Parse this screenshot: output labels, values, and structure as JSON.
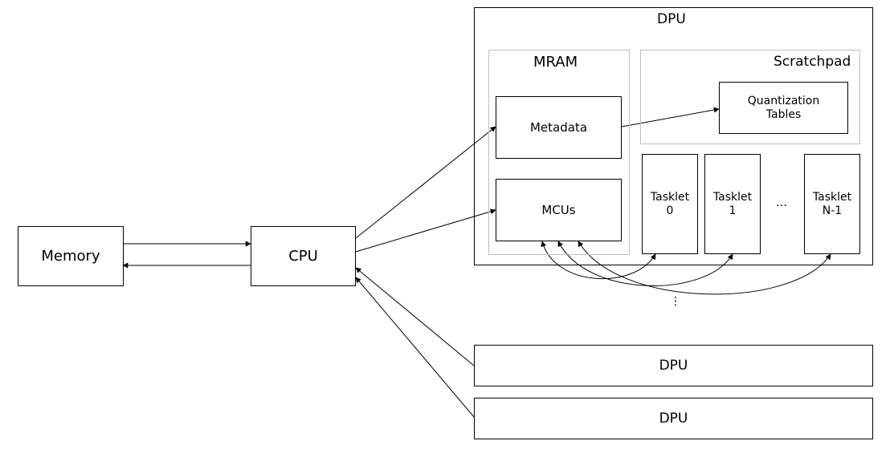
{
  "diagram": {
    "nodes": {
      "memory": "Memory",
      "cpu": "CPU",
      "dpu_main": "DPU",
      "mram": "MRAM",
      "scratchpad": "Scratchpad",
      "metadata": "Metadata",
      "mcus": "MCUs",
      "quantization_tables": "Quantization\nTables",
      "tasklet_0": "Tasklet\n0",
      "tasklet_1": "Tasklet\n1",
      "tasklet_n1": "Tasklet\nN-1",
      "tasklet_ellipsis": "…",
      "dpu_ellipsis": "⋮",
      "dpu_2": "DPU",
      "dpu_3": "DPU"
    },
    "colors": {
      "stroke": "#000000",
      "group_border": "#bfbfbf"
    }
  }
}
